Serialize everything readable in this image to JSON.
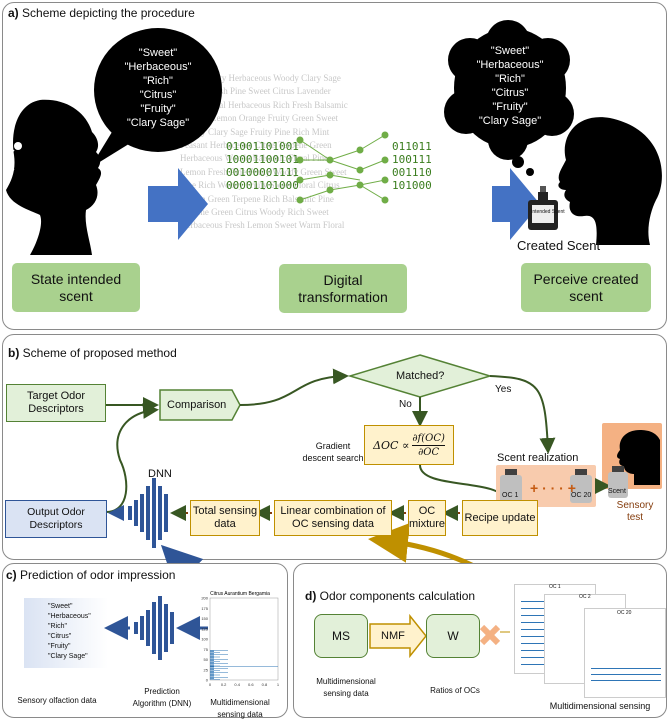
{
  "panel_a": {
    "title_letter": "a)",
    "title": "Scheme depicting the procedure",
    "speech_words": [
      "\"Sweet\"",
      "\"Herbaceous\"",
      "\"Rich\"",
      "\"Citrus\"",
      "\"Fruity\"",
      "\"Clary Sage\""
    ],
    "thought_words": [
      "\"Sweet\"",
      "\"Herbaceous\"",
      "\"Rich\"",
      "\"Citrus\"",
      "\"Fruity\"",
      "\"Clary Sage\""
    ],
    "binary_left": [
      "01001101001",
      "10001100101",
      "00100001111",
      "00001101000"
    ],
    "binary_right": [
      "011011",
      "100111",
      "001110",
      "101000"
    ],
    "background_words": [
      "Sweet Minty Herbaceous Woody Clary Sage",
      "Lemon Fresh Pine Sweet Citrus Lavender",
      "Fruity Floral Herbaceous Rich Fresh Balsamic",
      "Terpene Lemon Orange Fruity Green Sweet",
      "Woody Clary Sage Fruity Pine Rich Mint",
      "Peasant Herbaceous Citrus Terpene Green",
      "Herbaceous Woody Balsamic Floral Pine",
      "Lemon Fresh Pine Fruity Woody Green Sweet",
      "Fine Rich Woody Fruity Sweet Floral Citrus",
      "Lemon Green Terpene Rich Balsamic Pine",
      "Terpene Green Citrus Woody Rich Sweet",
      "Herbaceous Fresh Lemon Sweet Warm Floral"
    ],
    "created_scent": "Created Scent",
    "bottle_label": "Intended Scent",
    "step1": "State intended scent",
    "step2": "Digital transformation",
    "step3": "Perceive created scent"
  },
  "panel_b": {
    "title_letter": "b)",
    "title": "Scheme of proposed method",
    "target": "Target Odor Descriptors",
    "comparison": "Comparison",
    "matched": "Matched?",
    "yes": "Yes",
    "no": "No",
    "gradient": "Gradient descent search",
    "formula_lhs": "ΔOC ∝",
    "formula_num": "∂f(OC)",
    "formula_den": "∂OC",
    "scent_realization": "Scent realization",
    "oc1": "OC 1",
    "oc20": "OC 20",
    "scent": "Scent",
    "sensory_test": "Sensory test",
    "dnn": "DNN",
    "output": "Output Odor Descriptors",
    "total": "Total sensing data",
    "linear": "Linear combination of OC sensing data",
    "mixture": "OC mixture",
    "recipe": "Recipe update"
  },
  "panel_c": {
    "title_letter": "c)",
    "title": "Prediction of odor impression",
    "words": [
      "\"Sweet\"",
      "\"Herbaceous\"",
      "\"Rich\"",
      "\"Citrus\"",
      "\"Fruity\"",
      "\"Clary Sage\""
    ],
    "label_sensory": "Sensory olfaction data",
    "label_algo": "Prediction Algorithm (DNN)",
    "label_multi": "Multidimensional sensing data",
    "chart_title": "Citrus Aurantium Bergamia"
  },
  "panel_d": {
    "title_letter": "d)",
    "title": "Odor components calculation",
    "ms": "MS",
    "nmf": "NMF",
    "w": "W",
    "label_ms": "Multidimensional sensing data",
    "label_w": "Ratios of OCs",
    "label_multi": "Multidimensional sensing",
    "chart1_title": "OC 1",
    "chart2_title": "OC 2",
    "chart3_title": "OC 20"
  },
  "chart_data": [
    {
      "type": "bar",
      "title": "Citrus Aurantium Bergamia",
      "orientation": "horizontal",
      "ytick_labels": [
        "0",
        "25",
        "50",
        "75",
        "100",
        "125",
        "150",
        "175",
        "200"
      ],
      "xtick_labels": [
        "0",
        "0.2",
        "0.4",
        "0.6",
        "0.8",
        "1"
      ],
      "xlabel": "",
      "ylabel": "m/z"
    }
  ],
  "colors": {
    "green_box": "#a9d18e",
    "arrow_blue": "#4472c4",
    "dark_green": "#385723",
    "gold_arrow": "#bf9000",
    "orange_panel": "#f4b183"
  }
}
